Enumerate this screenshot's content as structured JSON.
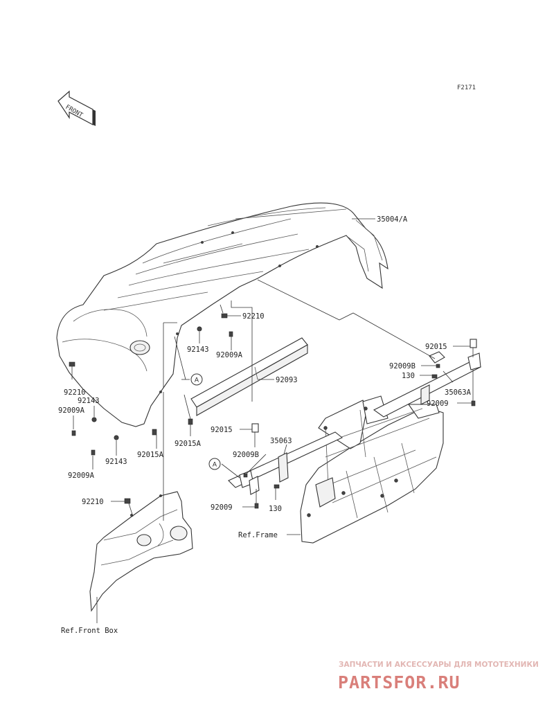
{
  "diagram_code": "F2171",
  "front_arrow": {
    "label": "FRONT"
  },
  "callout_marker": "A",
  "parts": {
    "fender": "35004/A",
    "clip_92210_top": "92210",
    "clip_92210_left": "92210",
    "clip_92210_bottom": "92210",
    "pad": "92093",
    "grommet_top": "92143",
    "grommet_left": "92143",
    "grommet_bottom": "92143",
    "bolt_92009a_top": "92009A",
    "bolt_92009a_left": "92009A",
    "bolt_92009a_bottom": "92009A",
    "collar_92015a_mid": "92015A",
    "collar_92015a_bottom": "92015A",
    "collar_92015_right": "92015",
    "collar_92015_center": "92015",
    "bolt_92009b_right": "92009B",
    "bolt_92009b_center": "92009B",
    "nut_130_right": "130",
    "nut_130_center": "130",
    "stay_right": "35063A",
    "stay_center": "35063",
    "bolt_92009_right": "92009",
    "bolt_92009_center": "92009"
  },
  "refs": {
    "frame": "Ref.Frame",
    "front_box": "Ref.Front Box"
  },
  "watermark": {
    "tagline": "ЗАПЧАСТИ И АКСЕССУАРЫ ДЛЯ МОТОТЕХНИКИ",
    "brand": "PARTSFOR.RU",
    "color": "#d97f7a"
  },
  "colors": {
    "line": "#333333",
    "background": "#ffffff"
  }
}
